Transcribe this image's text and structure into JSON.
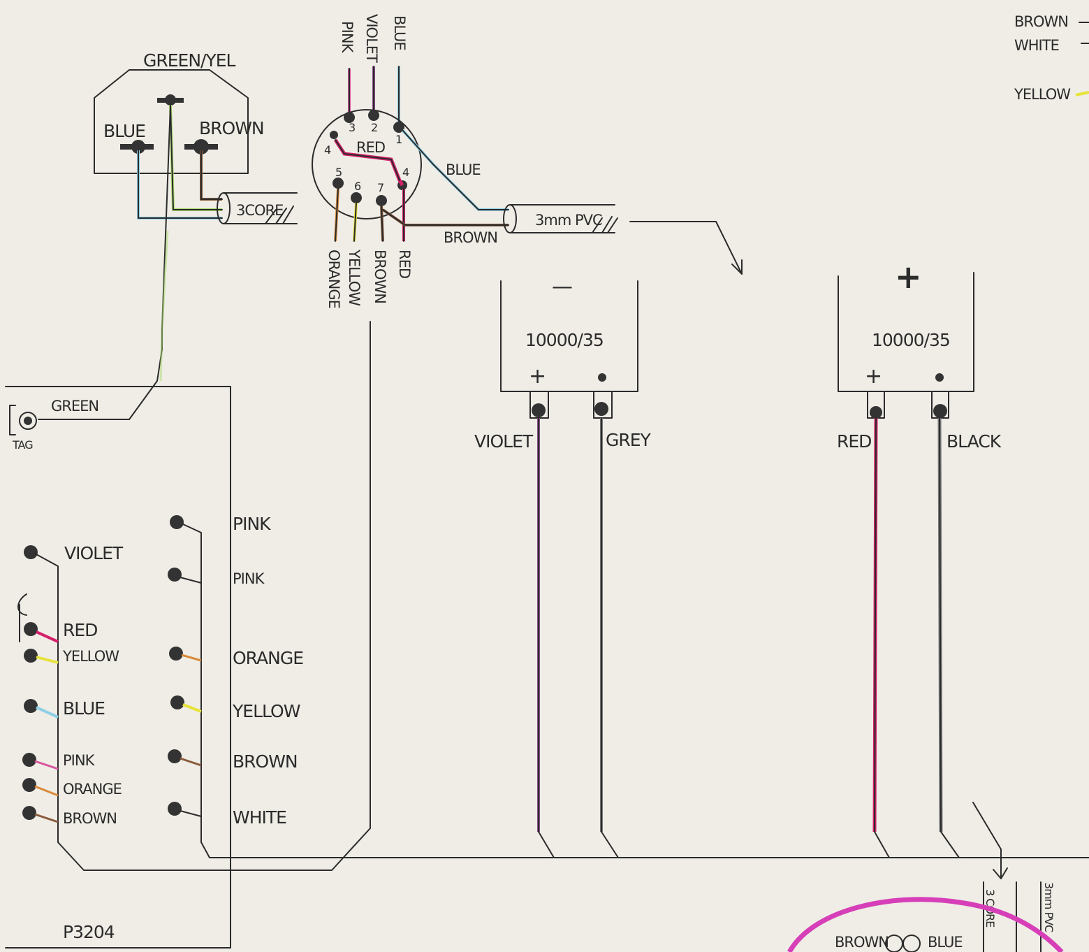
{
  "colors": {
    "paper": "#efede6",
    "ink": "#2b2b2b",
    "blue": "#8ecfe6",
    "brown": "#8a5a3c",
    "green": "#a9d96b",
    "yellow": "#e7e23a",
    "pink": "#d9549c",
    "violet": "#8a4f8a",
    "red": "#d61f6a",
    "grey": "#7a7a7a",
    "orange": "#d98a3a",
    "magenta": "#d63fb8"
  },
  "mains_socket": {
    "title": "GREEN/YEL",
    "left_terminal": "BLUE",
    "right_terminal": "BROWN",
    "cable": "3CORE"
  },
  "din_plug": {
    "top_wires": [
      "PINK",
      "VIOLET",
      "BLUE"
    ],
    "pins": [
      "3",
      "2",
      "1",
      "4",
      "5",
      "6",
      "7",
      "4"
    ],
    "center_label": "RED",
    "bottom_wires": [
      "ORANGE",
      "YELLOW",
      "BROWN",
      "RED"
    ],
    "blue_label": "BLUE",
    "brown_label": "BROWN",
    "cable": "3mm PVC"
  },
  "right_edge": {
    "wires": [
      "BROWN",
      "WHITE",
      "YELLOW"
    ]
  },
  "capacitors": [
    {
      "sign": "—",
      "value": "10000/35",
      "plus": "+",
      "left_lead": "VIOLET",
      "right_lead": "GREY"
    },
    {
      "sign": "+",
      "value": "10000/35",
      "plus": "+",
      "left_lead": "RED",
      "right_lead": "BLACK"
    }
  ],
  "transformer": {
    "tag_wire": "GREEN",
    "tag_label": "TAG",
    "part_number": "P3204",
    "left_terminals": [
      "VIOLET",
      "RED",
      "YELLOW",
      "BLUE",
      "PINK",
      "ORANGE",
      "BROWN"
    ],
    "right_terminals": [
      "PINK",
      "PINK",
      "ORANGE",
      "YELLOW",
      "BROWN",
      "WHITE"
    ]
  },
  "bottom_right": {
    "cable_a": "3mm PVC",
    "cable_b": "3 CORE",
    "left_label": "BROWN",
    "right_label": "BLUE"
  }
}
